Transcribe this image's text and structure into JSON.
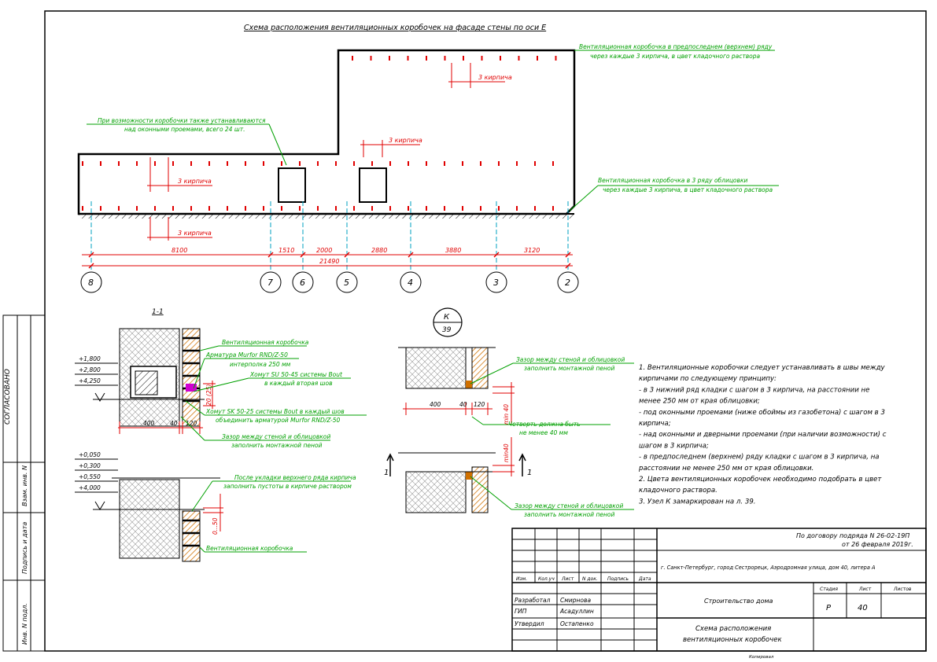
{
  "title": "Схема расположения вентиляционных коробочек на фасаде стены по оси Е",
  "side_stamp": {
    "agreed": "СОГЛАСОВАНО",
    "inv_replace": "Взам. инв. N",
    "sign_date": "Подпись и дата",
    "inv_orig": "Инв. N подл."
  },
  "facade": {
    "note_top_right_1": "Вентиляционная коробочка в предпоследнем (верхнем) ряду",
    "note_top_right_2": "через каждые 3 кирпича, в цвет кладочного раствора",
    "note_window_1": "При возможности коробочки также устанавливаются",
    "note_window_2": "над оконными проемами, всего 24 шт.",
    "note_bottom_right_1": "Вентиляционная коробочка в 3 ряду облицовки",
    "note_bottom_right_2": "через каждые 3 кирпича, в цвет кладочного раствора",
    "step_label": "3 кирпича",
    "dims": [
      "8100",
      "1510",
      "2000",
      "2880",
      "3880",
      "3120"
    ],
    "total": "21490",
    "axes": [
      "8",
      "7",
      "6",
      "5",
      "4",
      "3",
      "2"
    ]
  },
  "section": {
    "label": "1-1",
    "levels_top": [
      "+1,800",
      "+2,800",
      "+4,250"
    ],
    "levels_bottom": [
      "+0,050",
      "+0,300",
      "+0,550",
      "+4,000"
    ],
    "notes": [
      "Вентиляционная коробочка",
      "Арматура Murfor RND/Z-50",
      "интерполка 250 мм",
      "Хомут SU 50-45 системы Bout",
      "в каждый вторая шов",
      "Хомут SK 50-25 системы Bout в каждый шов",
      "объединить арматурой Murfor RND/Z-50",
      "Зазор между стеной и облицовкой",
      "заполнить монтажной пеной",
      "После укладки верхнего ряда кирпича",
      "заполнить пустоты в кирпиче раствором",
      "Вентиляционная коробочка"
    ],
    "dims": [
      "400",
      "40",
      "120"
    ],
    "vdim_1": "20 (25)",
    "vdim_2": "0...50"
  },
  "node_k": {
    "letter": "К",
    "sheet": "39",
    "notes": [
      "Зазор между стеной и облицовкой",
      "заполнить монтажной пеной",
      "Четверть должна быть",
      "не менее 40 мм",
      "Зазор между стеной и облицовкой",
      "заполнить монтажной пеной"
    ],
    "dims": [
      "400",
      "40",
      "120"
    ],
    "vdim_1": "min 40",
    "vdim_2": "min40",
    "cut_mark": "1"
  },
  "general_notes": [
    "1.     Вентиляционные коробочки следует устанавливать в швы между",
    "кирпичами по следующему принципу:",
    "     - в 3 нижний ряд кладки с шагом в 3 кирпича, на расстоянии не",
    "менее 250 мм от края облицовки;",
    "     - под оконными проемами (ниже обоймы из газобетона) с шагом в 3",
    "кирпича;",
    "     - над оконными и дверными проемами (при наличии возможности) с",
    "шагом в 3 кирпича;",
    "     - в предпоследнем (верхнем) ряду кладки с шагом в 3 кирпича, на",
    "расстоянии не менее 250 мм от края облицовки.",
    "2.     Цвета вентиляционных коробочек необходимо подобрать в цвет",
    "кладочного раствора.",
    "3.     Узел К замаркирован на л. 39."
  ],
  "stamp": {
    "contract_1": "По договору подряда N 26-02-19П",
    "contract_2": "от 26 февраля 2019г.",
    "address": "г. Санкт-Петербург, город Сестрорецк, Аэродромная улица, дом 40, литера А",
    "cols": [
      "Изм.",
      "Кол.уч",
      "Лист",
      "N док.",
      "Подпись",
      "Дата"
    ],
    "roles": [
      "Разработал",
      "ГИП",
      "Утвердил"
    ],
    "names": [
      "Смирнова",
      "Асадуллин",
      "Остапенко"
    ],
    "object": "Строительство дома",
    "stage_h": "Стадия",
    "sheet_h": "Лист",
    "sheets_h": "Листов",
    "stage": "Р",
    "sheet": "40",
    "drawing_1": "Схема расположения",
    "drawing_2": "вентиляционных коробочек",
    "copied": "Копировал"
  }
}
